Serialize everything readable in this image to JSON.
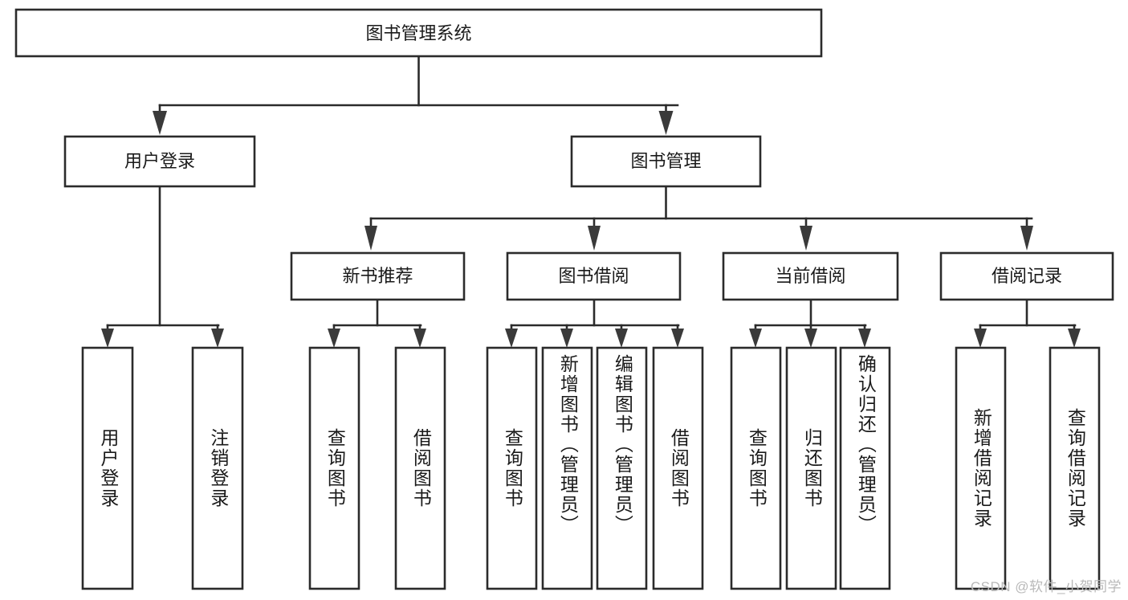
{
  "diagram": {
    "type": "tree-hierarchy",
    "title": "图书管理系统",
    "watermark": "CSDN @软件_小贺同学",
    "root": {
      "id": "root",
      "label": "图书管理系统",
      "orientation": "horizontal"
    },
    "level2": [
      {
        "id": "user-login",
        "label": "用户登录",
        "orientation": "horizontal"
      },
      {
        "id": "book-manage",
        "label": "图书管理",
        "orientation": "horizontal"
      }
    ],
    "level3": [
      {
        "id": "new-book-rec",
        "label": "新书推荐",
        "orientation": "horizontal",
        "parent": "book-manage"
      },
      {
        "id": "book-borrow",
        "label": "图书借阅",
        "orientation": "horizontal",
        "parent": "book-manage"
      },
      {
        "id": "current-borrow",
        "label": "当前借阅",
        "orientation": "horizontal",
        "parent": "book-manage"
      },
      {
        "id": "borrow-record",
        "label": "借阅记录",
        "orientation": "horizontal",
        "parent": "book-manage"
      }
    ],
    "leaves": [
      {
        "id": "leaf-user-login",
        "label": "用户登录",
        "parent": "user-login",
        "orientation": "vertical"
      },
      {
        "id": "leaf-user-logout",
        "label": "注销登录",
        "parent": "user-login",
        "orientation": "vertical"
      },
      {
        "id": "leaf-query-book-1",
        "label": "查询图书",
        "parent": "new-book-rec",
        "orientation": "vertical"
      },
      {
        "id": "leaf-borrow-book-1",
        "label": "借阅图书",
        "parent": "new-book-rec",
        "orientation": "vertical"
      },
      {
        "id": "leaf-query-book-2",
        "label": "查询图书",
        "parent": "book-borrow",
        "orientation": "vertical"
      },
      {
        "id": "leaf-add-book",
        "label": "新增图书（管理员）",
        "parent": "book-borrow",
        "orientation": "vertical"
      },
      {
        "id": "leaf-edit-book",
        "label": "编辑图书（管理员）",
        "parent": "book-borrow",
        "orientation": "vertical"
      },
      {
        "id": "leaf-borrow-book-2",
        "label": "借阅图书",
        "parent": "book-borrow",
        "orientation": "vertical"
      },
      {
        "id": "leaf-query-book-3",
        "label": "查询图书",
        "parent": "current-borrow",
        "orientation": "vertical"
      },
      {
        "id": "leaf-return-book",
        "label": "归还图书",
        "parent": "current-borrow",
        "orientation": "vertical"
      },
      {
        "id": "leaf-confirm-return",
        "label": "确认归还（管理员）",
        "parent": "current-borrow",
        "orientation": "vertical"
      },
      {
        "id": "leaf-add-record",
        "label": "新增借阅记录",
        "parent": "borrow-record",
        "orientation": "vertical"
      },
      {
        "id": "leaf-query-record",
        "label": "查询借阅记录",
        "parent": "borrow-record",
        "orientation": "vertical"
      }
    ],
    "colors": {
      "box_stroke": "#2b2b2b",
      "box_fill": "#ffffff",
      "text": "#1a1a1a",
      "connector": "#2b2b2b",
      "watermark": "#b9b9b9",
      "background": "#ffffff"
    }
  }
}
